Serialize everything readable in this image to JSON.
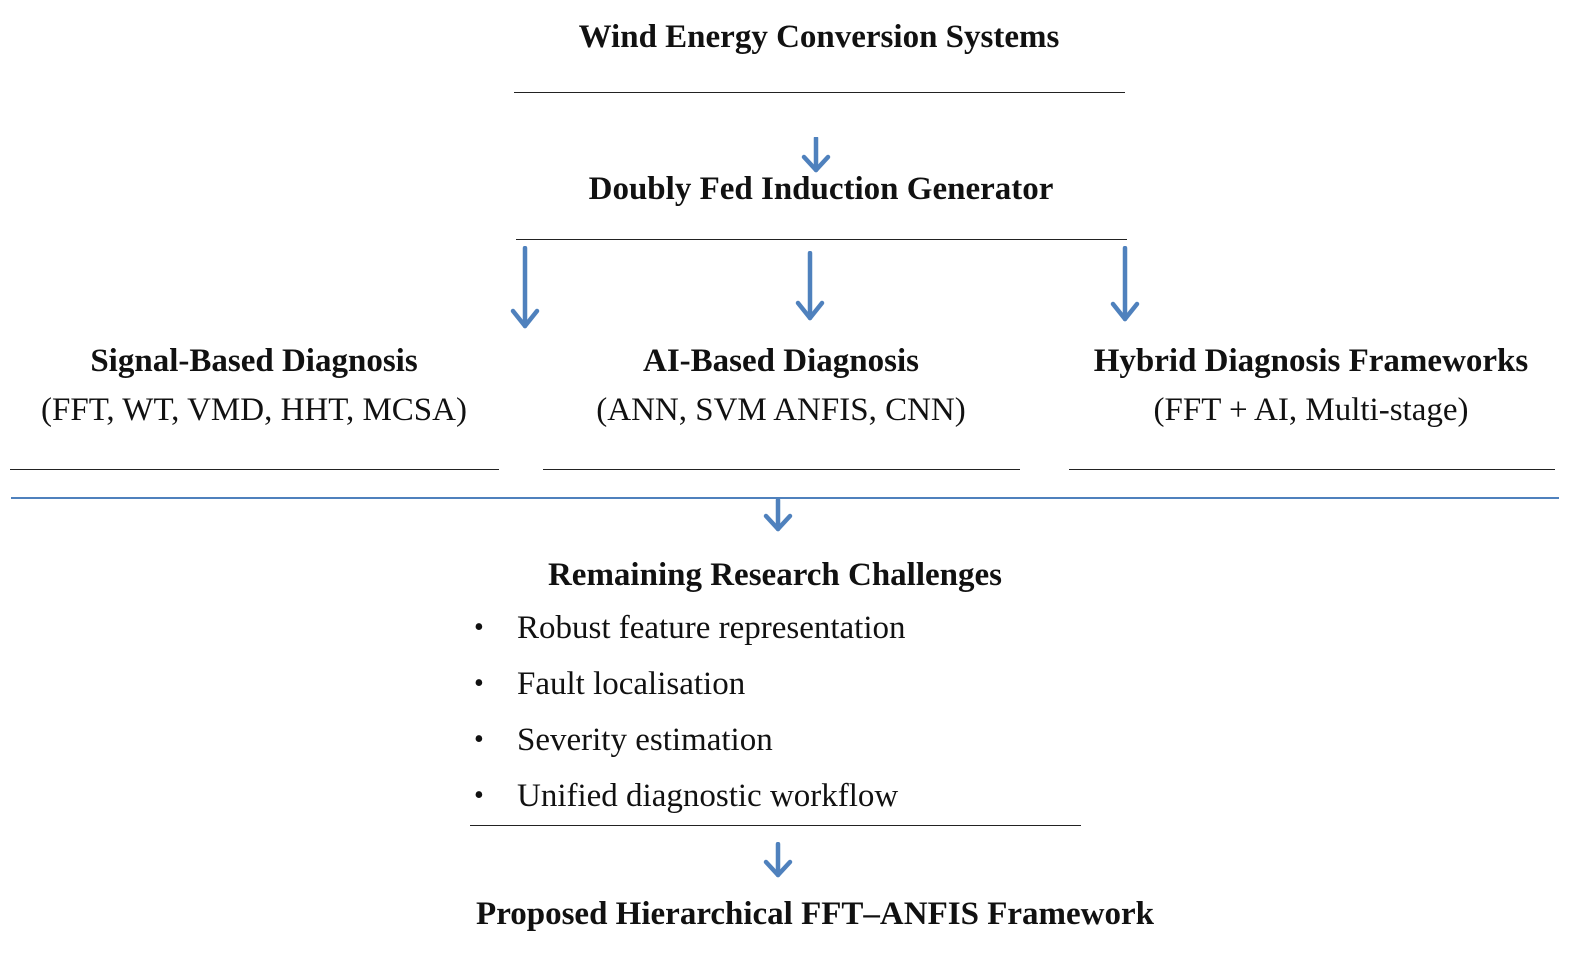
{
  "colors": {
    "arrow": "#4f81bd",
    "separator": "#4f81bd",
    "text": "#111111",
    "rule": "#222222"
  },
  "nodes": {
    "top": {
      "title": "Wind Energy Conversion Systems"
    },
    "generator": {
      "title": "Doubly Fed Induction Generator"
    },
    "signal": {
      "title": "Signal-Based Diagnosis",
      "methods": "(FFT, WT, VMD, HHT, MCSA)"
    },
    "ai": {
      "title": "AI-Based Diagnosis",
      "methods": "(ANN, SVM ANFIS, CNN)"
    },
    "hybrid": {
      "title": "Hybrid Diagnosis Frameworks",
      "methods": "(FFT + AI, Multi-stage)"
    },
    "challenges": {
      "title": "Remaining Research Challenges",
      "bullet": "•",
      "items": [
        "Robust feature representation",
        "Fault localisation",
        "Severity estimation",
        "Unified diagnostic workflow"
      ]
    },
    "proposed": {
      "title": "Proposed Hierarchical FFT–ANFIS Framework"
    }
  },
  "icons": [
    "arrow-down-icon"
  ]
}
